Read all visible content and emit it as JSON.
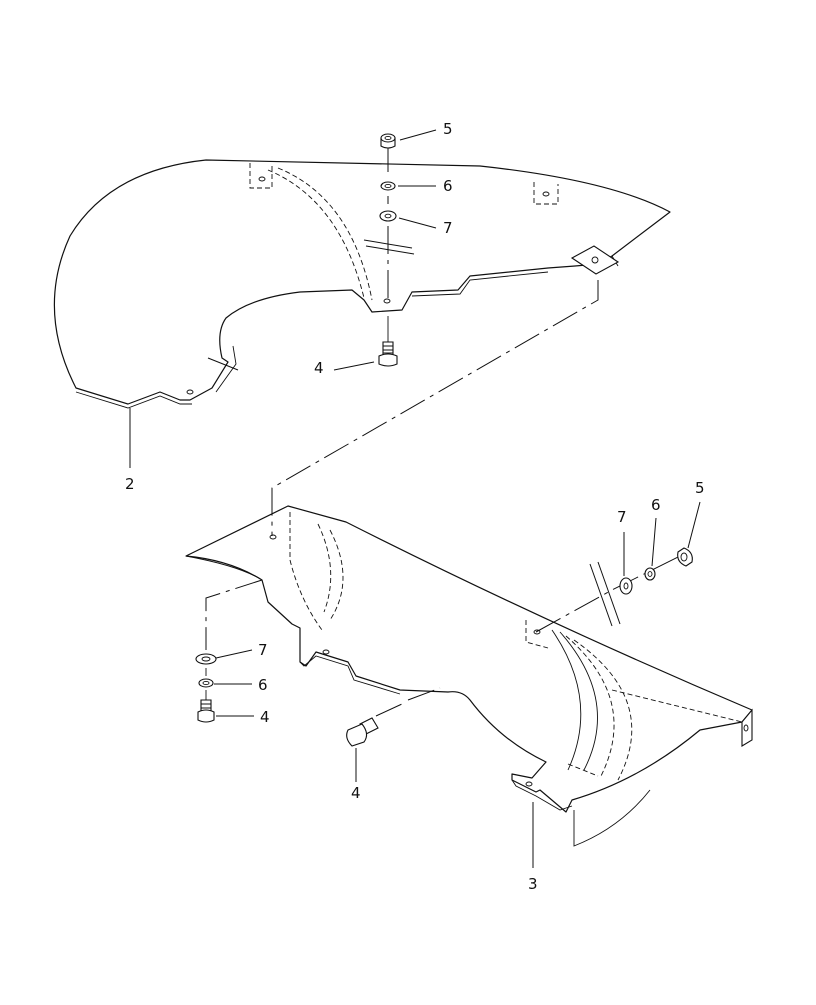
{
  "callouts": {
    "upper_nut": "5",
    "upper_lockwasher": "6",
    "upper_washer": "7",
    "upper_bolt": "4",
    "upper_shield": "2",
    "right_washer": "7",
    "right_lockwasher": "6",
    "right_nut": "5",
    "left_washer": "7",
    "left_lockwasher": "6",
    "left_bolt": "4",
    "lower_bolt": "4",
    "lower_shield": "3"
  }
}
